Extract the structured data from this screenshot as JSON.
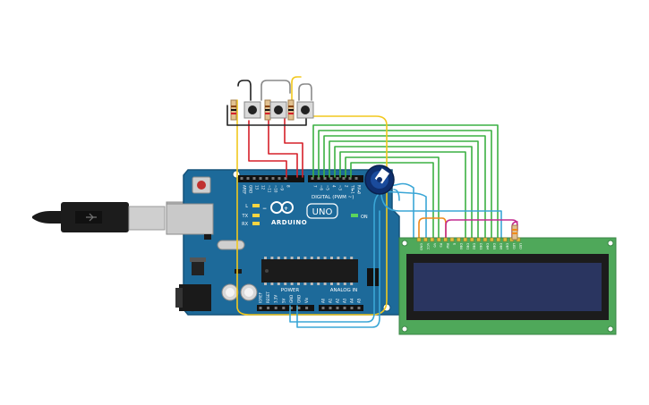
{
  "arduino": {
    "brand": "ARDUINO",
    "model": "UNO",
    "digital_label": "DIGITAL (PWM ~)",
    "power_label": "POWER",
    "analog_label": "ANALOG IN",
    "on_label": "ON",
    "led_labels": [
      "L",
      "TX",
      "RX"
    ],
    "top_pins": [
      "AREF",
      "GND",
      "13",
      "12",
      "~11",
      "~10",
      "~9",
      "8",
      "7",
      "~6",
      "~5",
      "4",
      "~3",
      "2",
      "TX▸1",
      "RX◂0"
    ],
    "power_pins": [
      "IOREF",
      "RESET",
      "3.3V",
      "5V",
      "GND",
      "GND",
      "Vin"
    ],
    "analog_pins": [
      "A0",
      "A1",
      "A2",
      "A3",
      "A4",
      "A5"
    ]
  },
  "lcd": {
    "pin_labels": [
      "GND",
      "VCC",
      "V0",
      "RS",
      "RW",
      "E",
      "DB0",
      "DB1",
      "DB2",
      "DB3",
      "DB4",
      "DB5",
      "DB6",
      "DB7",
      "LED",
      "LED"
    ]
  },
  "colors": {
    "board": "#1d6a9a",
    "board_edge": "#14527a",
    "lcd_pcb": "#4fa85a",
    "lcd_screen": "#2a3560",
    "wire_green": "#3cb043",
    "wire_red": "#d6202a",
    "wire_black": "#222222",
    "wire_yellow": "#f2c81e",
    "wire_cyan": "#3aa6d6",
    "wire_orange": "#f08a1c",
    "wire_magenta": "#c42b8f",
    "wire_gray": "#8a8a8a"
  }
}
